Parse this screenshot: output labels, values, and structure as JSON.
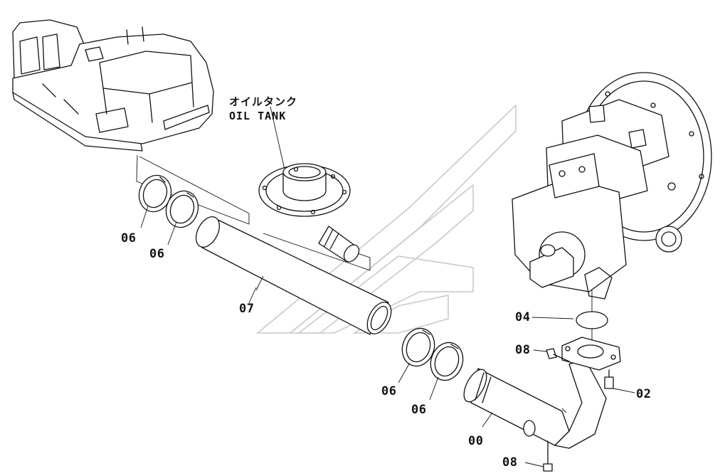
{
  "labels": {
    "tank_jp": "オイルタンク",
    "tank_en": "OIL TANK",
    "clamp_a": "06",
    "clamp_b": "06",
    "clamp_c": "06",
    "clamp_d": "06",
    "hose": "07",
    "o_ring": "04",
    "bolt_upper": "08",
    "bolt_lower": "08",
    "bolt_right": "02",
    "pipe": "00"
  },
  "icons": {
    "excavator": "excavator-icon",
    "tank_flange": "oil-tank-flange-icon",
    "pump": "hydraulic-pump-icon",
    "watermark": "chevron-logo-watermark"
  }
}
